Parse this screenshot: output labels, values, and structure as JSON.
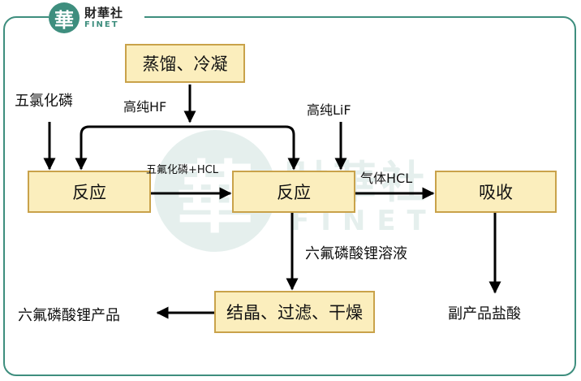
{
  "brand": {
    "seal_char": "華",
    "name_cn": "財華社",
    "name_en": "FINET"
  },
  "boxes": {
    "distill": "蒸馏、冷凝",
    "reaction1": "反应",
    "reaction2": "反应",
    "absorb": "吸收",
    "crystal": "结晶、过滤、干燥"
  },
  "labels": {
    "pcl5": "五氯化磷",
    "hf": "高纯HF",
    "lif": "高纯LiF",
    "mix": "五氟化磷+HCL",
    "hcl_gas": "气体HCL",
    "lipf6_solution": "六氟磷酸锂溶液",
    "lipf6_product": "六氟磷酸锂产品",
    "byproduct": "副产品盐酸"
  },
  "colors": {
    "box_fill": "#fbeebd",
    "box_border": "#c9a24a",
    "frame": "#3e8e7e",
    "arrow": "#000000"
  }
}
